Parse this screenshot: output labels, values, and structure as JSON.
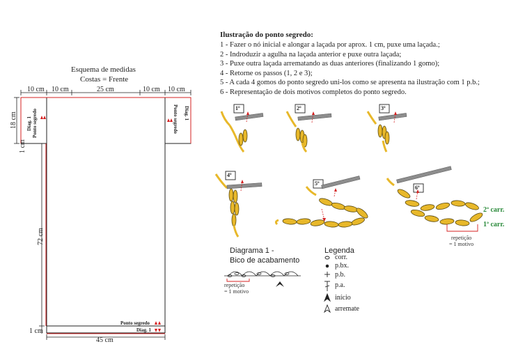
{
  "schema": {
    "title": "Esquema de medidas",
    "subtitle": "Costas = Frente",
    "top_dims": [
      "10 cm",
      "10 cm",
      "25 cm",
      "10 cm",
      "10 cm"
    ],
    "left_dims": {
      "sleeve_height": "18 cm",
      "gap": "1 cm",
      "body_height": "72 cm",
      "bottom_gap": "1 cm"
    },
    "bottom_dim": "45 cm",
    "left_panel": {
      "diag": "Diag. 1",
      "stitch": "Ponto segredo"
    },
    "right_panel": {
      "diag": "Diag. 1",
      "stitch": "Ponto segredo"
    },
    "bottom_panel": {
      "stitch": "Ponto segredo",
      "diag": "Diag. 1"
    }
  },
  "illustration": {
    "title": "Ilustração do ponto segredo:",
    "steps": [
      "1 - Fazer o nó inicial e alongar a laçada por aprox. 1 cm, puxe uma laçada.;",
      "2 - Indroduzir a agulha na laçada anterior e puxe outra laçada;",
      "3 - Puxe outra laçada arrematando as duas anteriores (finalizando 1 gomo);",
      "4 - Retorne os passos (1, 2 e 3);",
      "5 - A cada 4 gomos do ponto segredo uni-los como se apresenta na ilustração com 1 p.b.;",
      "6 - Representação de dois motivos completos do ponto segredo."
    ],
    "figure_labels": [
      "1º",
      "2º",
      "3º",
      "4º",
      "5º",
      "6º"
    ],
    "row_labels": [
      "2ª carr.",
      "1ª carr."
    ],
    "repeat_label": [
      "repetição",
      "= 1 motivo"
    ]
  },
  "diagram1": {
    "title_line1": "Diagrama 1 -",
    "title_line2": "Bico de acabamento",
    "repeat_label": [
      "repetição",
      "= 1 motivo"
    ]
  },
  "legend": {
    "title": "Legenda",
    "items": [
      {
        "icon": "chain-oval-icon",
        "label": "corr."
      },
      {
        "icon": "slip-stitch-dot-icon",
        "label": "p.bx."
      },
      {
        "icon": "single-crochet-plus-icon",
        "label": "p.b."
      },
      {
        "icon": "double-crochet-t-icon",
        "label": "p.a."
      },
      {
        "icon": "start-arrow-icon",
        "label": "início"
      },
      {
        "icon": "finish-arrow-icon",
        "label": "arremate"
      }
    ]
  },
  "colors": {
    "yarn": "#e8b82a",
    "yarn_outline": "#5a4a10",
    "needle": "#8d8d8d",
    "accent_red": "#d42020",
    "label_green": "#2a8a3a"
  }
}
